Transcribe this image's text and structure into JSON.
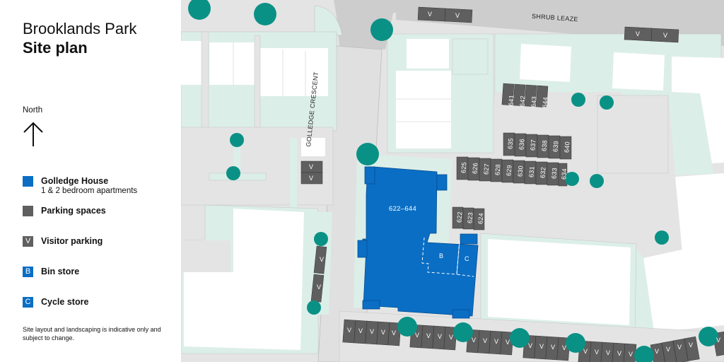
{
  "header": {
    "title": "Brooklands Park",
    "subtitle": "Site plan"
  },
  "compass": {
    "label": "North",
    "icon": "north-arrow-icon"
  },
  "legend": {
    "items": [
      {
        "label": "Golledge House",
        "sublabel": "1 & 2 bedroom apartments",
        "swatch_color": "#0a6ec4",
        "swatch_text": ""
      },
      {
        "label": "Parking spaces",
        "sublabel": "",
        "swatch_color": "#5f5f5f",
        "swatch_text": ""
      },
      {
        "label": "Visitor parking",
        "sublabel": "",
        "swatch_color": "#5f5f5f",
        "swatch_text": "V"
      },
      {
        "label": "Bin store",
        "sublabel": "",
        "swatch_color": "#0a6ec4",
        "swatch_text": "B"
      },
      {
        "label": "Cycle store",
        "sublabel": "",
        "swatch_color": "#0a6ec4",
        "swatch_text": "C"
      }
    ]
  },
  "disclaimer": "Site layout and landscaping is indicative only and subject to change.",
  "colors": {
    "building_highlight": "#0a6ec4",
    "parking": "#5f5f5f",
    "tree": "#0a9186",
    "road": "#cdcdcd",
    "paving": "#e4e4e4",
    "landscaping": "#dceee8",
    "buildings": "#ffffff"
  },
  "map": {
    "streets": [
      {
        "name": "SHRUB LEAZE"
      },
      {
        "name": "GOLLEDGE CRESCENT"
      }
    ],
    "golledge_house": {
      "label": "622–644",
      "bin_store_label": "B",
      "cycle_store_label": "C"
    },
    "parking_rows": {
      "row_641_644": [
        "641",
        "642",
        "643",
        "644"
      ],
      "row_635_640": [
        "635",
        "636",
        "637",
        "638",
        "639",
        "640"
      ],
      "row_625_634": [
        "625",
        "626",
        "627",
        "628",
        "629",
        "630",
        "631",
        "632",
        "633",
        "634"
      ],
      "row_622_624": [
        "622",
        "623",
        "624"
      ]
    },
    "visitor_label": "V"
  }
}
